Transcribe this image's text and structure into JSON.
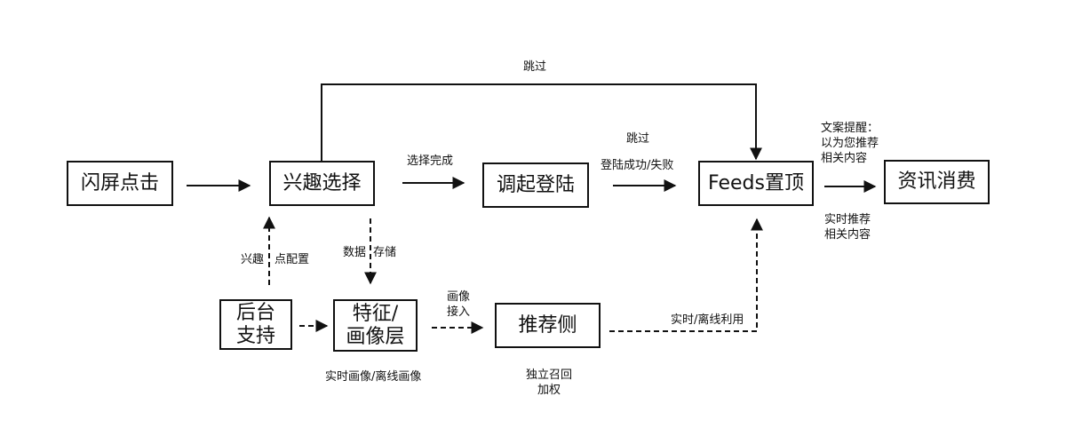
{
  "nodes": {
    "splash_click": "闪屏点击",
    "interest_select": "兴趣选择",
    "invoke_login": "调起登陆",
    "feeds_top": "Feeds置顶",
    "news_consume": "资讯消费",
    "backend_support": [
      "后台",
      "支持"
    ],
    "feature_profile": [
      "特征/",
      "画像层"
    ],
    "recommend_side": "推荐侧"
  },
  "edge_labels": {
    "skip_top": "跳过",
    "select_done": "选择完成",
    "skip_login": "跳过",
    "login_result": "登陆成功/失败",
    "copy_reminder": [
      "文案提醒：",
      "以为您推荐",
      "相关内容"
    ],
    "realtime_recommend": [
      "实时推荐",
      "相关内容"
    ],
    "interest_config_left": "兴趣",
    "interest_config_right": "点配置",
    "data_store_left": "数据",
    "data_store_right": "存储",
    "profile_access": [
      "画像",
      "接入"
    ],
    "realtime_offline_use": "实时/离线利用",
    "realtime_offline_profile": "实时画像/离线画像",
    "independent_recall": [
      "独立召回",
      "加权"
    ]
  }
}
